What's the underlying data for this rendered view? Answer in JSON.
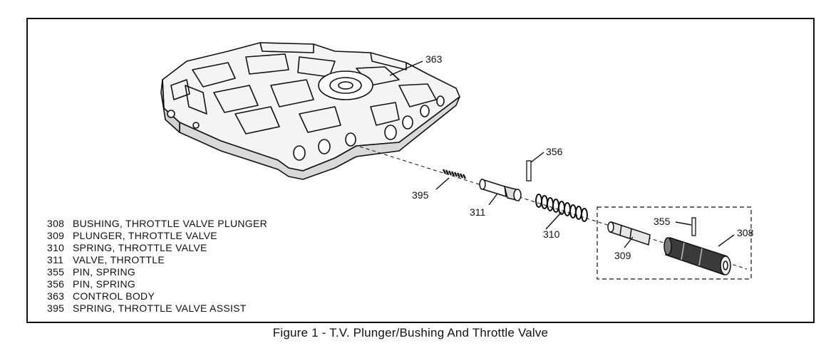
{
  "figure": {
    "caption": "Figure 1 - T.V. Plunger/Bushing And Throttle Valve"
  },
  "callouts": {
    "c363": "363",
    "c356": "356",
    "c395": "395",
    "c311": "311",
    "c310": "310",
    "c355": "355",
    "c308": "308",
    "c309": "309"
  },
  "legend": [
    {
      "number": "308",
      "description": "BUSHING, THROTTLE VALVE PLUNGER"
    },
    {
      "number": "309",
      "description": "PLUNGER, THROTTLE VALVE"
    },
    {
      "number": "310",
      "description": "SPRING, THROTTLE VALVE"
    },
    {
      "number": "311",
      "description": "VALVE, THROTTLE"
    },
    {
      "number": "355",
      "description": "PIN, SPRING"
    },
    {
      "number": "356",
      "description": "PIN, SPRING"
    },
    {
      "number": "363",
      "description": "CONTROL BODY"
    },
    {
      "number": "395",
      "description": "SPRING, THROTTLE VALVE ASSIST"
    }
  ]
}
